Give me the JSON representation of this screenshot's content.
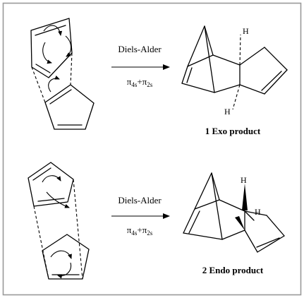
{
  "reactions": [
    {
      "reagent_label": "Diels-Alder",
      "conditions": {
        "pi_a": "π",
        "sub_a": "4s",
        "plus": "+",
        "pi_b": "π",
        "sub_b": "2s"
      },
      "atom_labels": [
        "H",
        "H"
      ],
      "product_label": "1 Exo product"
    },
    {
      "reagent_label": "Diels-Alder",
      "conditions": {
        "pi_a": "π",
        "sub_a": "4s",
        "plus": "+",
        "pi_b": "π",
        "sub_b": "2s"
      },
      "atom_labels": [
        "H",
        "H"
      ],
      "product_label": "2 Endo product"
    }
  ],
  "colors": {
    "line": "#000000",
    "frame": "#9a9a9a",
    "background": "#ffffff"
  }
}
